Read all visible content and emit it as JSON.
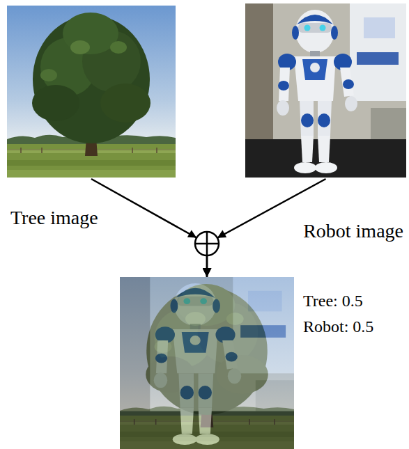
{
  "diagram": {
    "nodes": [
      {
        "text": [
          "Tree image"
        ]
      },
      {
        "text": [
          "Robot image"
        ]
      },
      {
        "text": [
          "Tree: 0.5",
          "Robot: 0.5"
        ]
      }
    ],
    "edges": [
      {
        "from": 0,
        "to": 2,
        "arrow": "to"
      },
      {
        "from": 1,
        "to": 2,
        "arrow": "to"
      }
    ]
  }
}
